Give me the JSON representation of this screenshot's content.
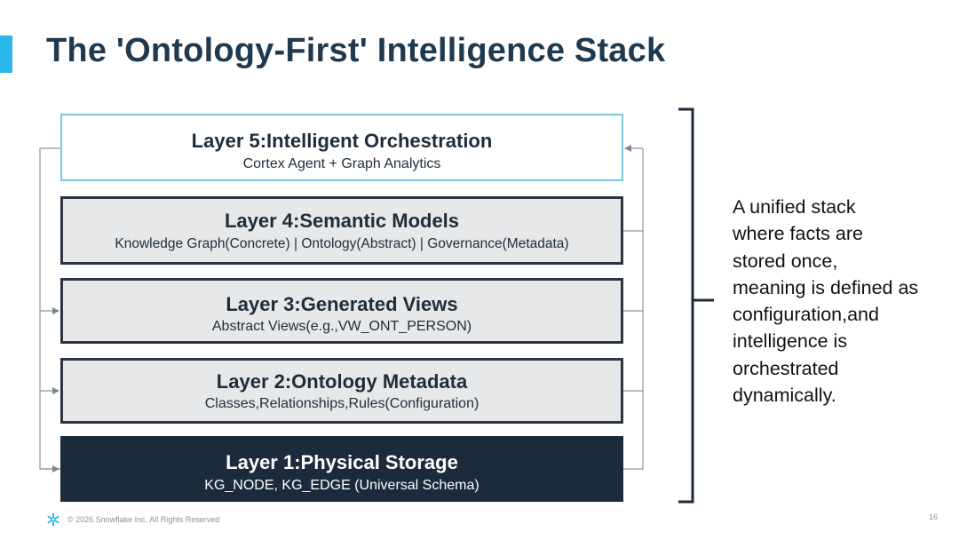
{
  "slide": {
    "title": "The 'Ontology-First' Intelligence Stack",
    "page_number": "16",
    "footer": "© 2026 Snowflake Inc. All Rights Reserved"
  },
  "layers": [
    {
      "title": "Layer 5:Intelligent Orchestration",
      "subtitle": "Cortex Agent + Graph Analytics"
    },
    {
      "title": "Layer 4:Semantic Models",
      "subtitle": "Knowledge Graph(Concrete) | Ontology(Abstract) | Governance(Metadata)"
    },
    {
      "title": "Layer 3:Generated Views",
      "subtitle": "Abstract Views(e.g.,VW_ONT_PERSON)"
    },
    {
      "title": "Layer 2:Ontology Metadata",
      "subtitle": "Classes,Relationships,Rules(Configuration)"
    },
    {
      "title": "Layer 1:Physical Storage",
      "subtitle": "KG_NODE, KG_EDGE (Universal Schema)"
    }
  ],
  "summary": "A unified stack\nwhere facts are\nstored  once,\nmeaning is defined as\nconfiguration,and\nintelligence  is\norchestrated\ndynamically.",
  "colors": {
    "accent": "#29b5e8",
    "title": "#1f3a4f",
    "dark_layer": "#1b2b3c",
    "light_layer": "#e6e8ea",
    "top_layer_border": "#7cc6e0"
  },
  "icons": {
    "logo": "snowflake-logo-icon"
  }
}
